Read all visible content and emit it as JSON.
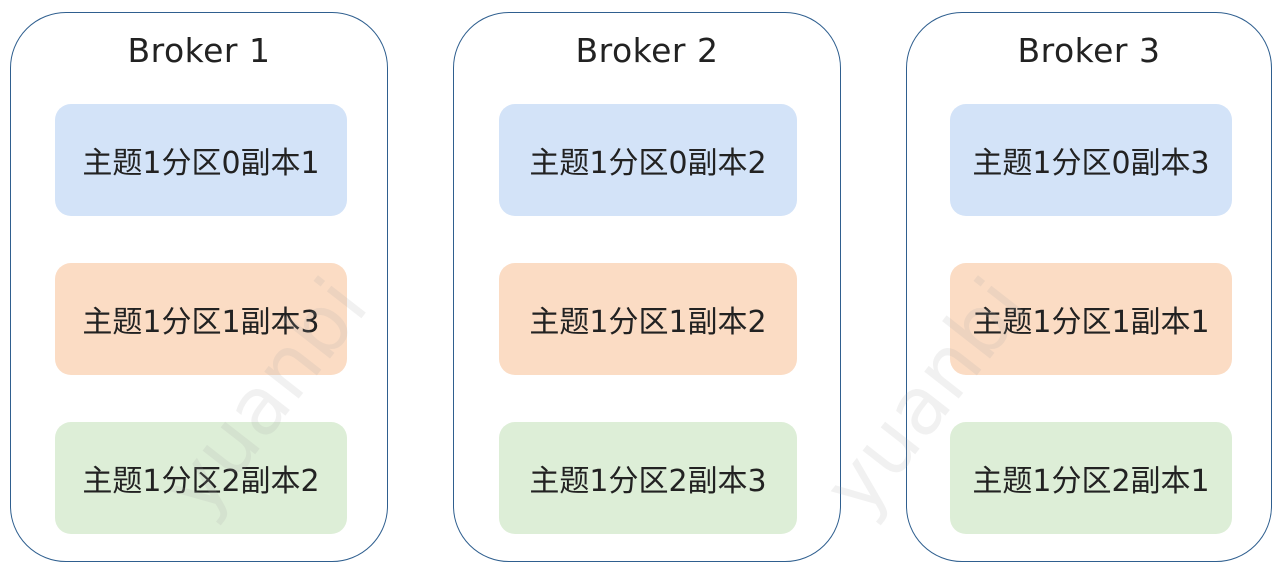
{
  "colors": {
    "border": "#2f5f8f",
    "partition0": "#d3e3f8",
    "partition1": "#fbdcc4",
    "partition2": "#ddeed7"
  },
  "watermark": "yuanbi",
  "brokers": [
    {
      "title": "Broker 1",
      "replicas": [
        "主题1分区0副本1",
        "主题1分区1副本3",
        "主题1分区2副本2"
      ]
    },
    {
      "title": "Broker 2",
      "replicas": [
        "主题1分区0副本2",
        "主题1分区1副本2",
        "主题1分区2副本3"
      ]
    },
    {
      "title": "Broker 3",
      "replicas": [
        "主题1分区0副本3",
        "主题1分区1副本1",
        "主题1分区2副本1"
      ]
    }
  ]
}
